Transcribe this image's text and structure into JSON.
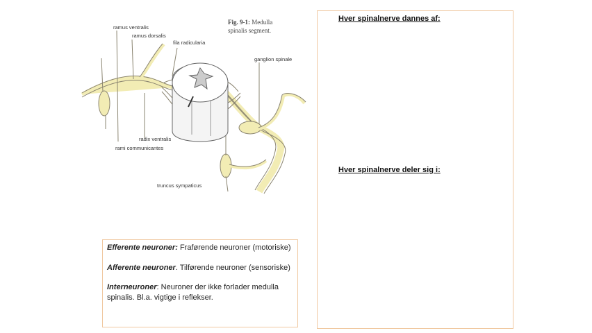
{
  "figure": {
    "caption_bold": "Fig. 9-1:",
    "caption_line1": "Medulla",
    "caption_line2": "spinalis segment.",
    "labels": {
      "ramus_ventralis": "ramus ventralis",
      "ramus_dorsalis": "ramus dorsalis",
      "fila_radicularia": "fila radicularia",
      "ganglion_spinale": "ganglion spinale",
      "radix_ventralis": "radix ventralis",
      "rami_communicantes": "rami communicantes",
      "truncus_sympaticus": "truncus sympaticus"
    },
    "colors": {
      "nerve": "#f2ecb4",
      "nerve_stroke": "#8a8470",
      "cord": "#f4f4f4"
    }
  },
  "definitions": [
    {
      "term": "Efferente neuroner",
      "punct": ":",
      "text": " Fraførende neuroner (motoriske)"
    },
    {
      "term": "Afferente neuroner",
      "punct": ".",
      "text": " Tilførende neuroner (sensoriske)"
    },
    {
      "term": "Interneuroner",
      "punct": ":",
      "text": " Neuroner der ikke forlader medulla spinalis. Bl.a. vigtige i reflekser."
    }
  ],
  "notes": {
    "heading1": "Hver spinalnerve dannes af:",
    "heading2": "Hver spinalnerve deler sig i:"
  }
}
